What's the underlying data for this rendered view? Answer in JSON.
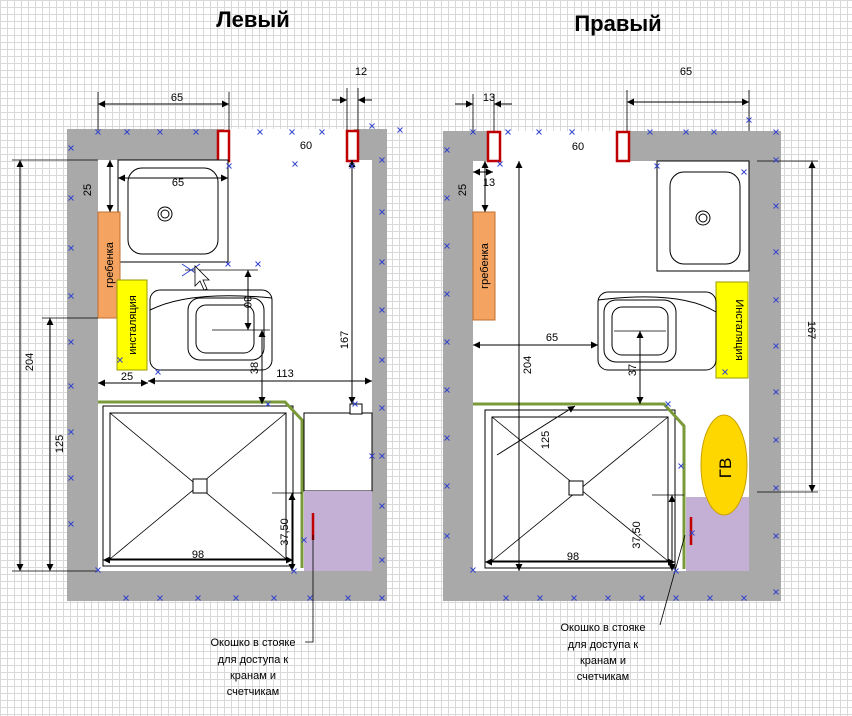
{
  "left_plan": {
    "title": "Левый",
    "labels": {
      "rail": "гребенка",
      "installation": "инсталяция",
      "note_lines": [
        "Окошко в стояке",
        "для доступа к",
        "кранам и",
        "счетчикам"
      ]
    },
    "dims": {
      "top_65": "65",
      "top_12": "12",
      "door_60": "60",
      "sink_65": "65",
      "rail_25": "25",
      "toilet_30": "30",
      "right_167": "167",
      "left_204": "204",
      "left_125": "125",
      "inst_25": "25",
      "toilet_38": "38",
      "span_113": "113",
      "shower_98": "98",
      "shower_37_50": "37,50"
    }
  },
  "right_plan": {
    "title": "Правый",
    "labels": {
      "rail": "гребенка",
      "installation": "Инсталяция",
      "heater": "ГВ",
      "note_lines": [
        "Окошко в стояке",
        "для доступа к",
        "кранам и",
        "счетчикам"
      ]
    },
    "dims": {
      "top_65": "65",
      "top_13": "13",
      "door_60": "60",
      "door_13": "13",
      "rail_25": "25",
      "span_65": "65",
      "inner_204": "204",
      "diag_125": "125",
      "toilet_37": "37",
      "right_167": "167",
      "shower_98": "98",
      "shower_37_50": "37,50"
    }
  },
  "colors": {
    "wall": "#a9a9a9",
    "rail": "#f4a460",
    "installation": "#ffff00",
    "heater": "#ffd700",
    "riser_box": "#c3b0d4",
    "shower_border": "#7a9a3a",
    "door_frame": "#c00000"
  }
}
